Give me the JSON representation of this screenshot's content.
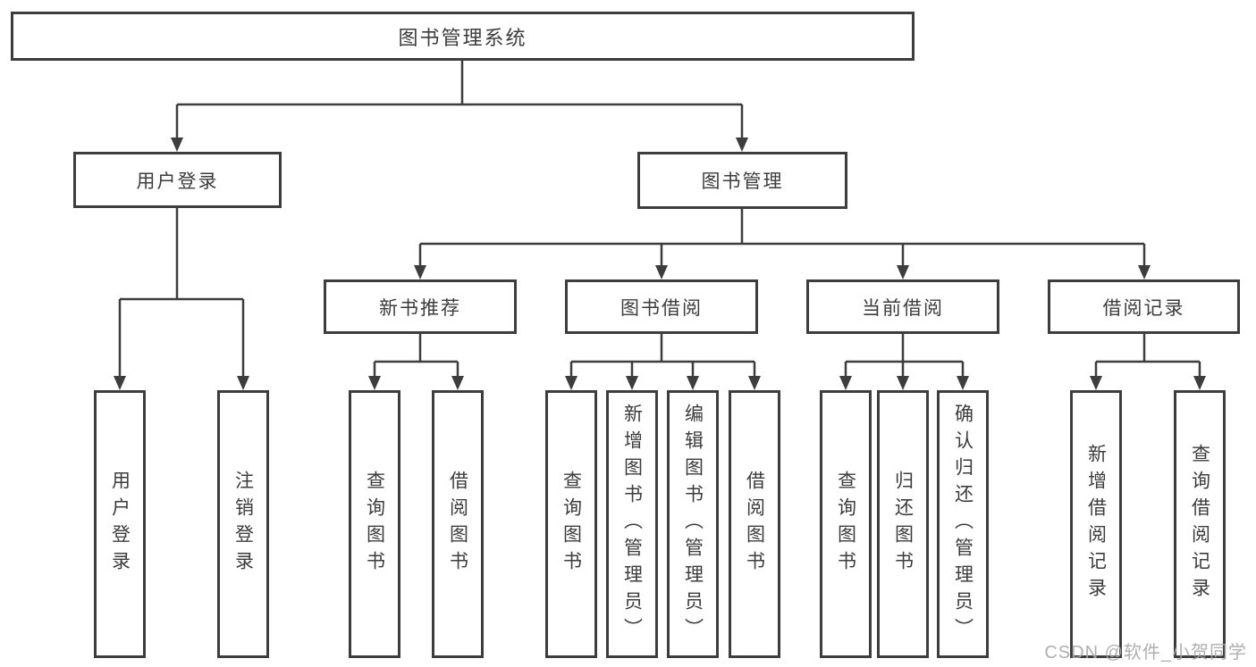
{
  "diagram": {
    "title": "图书管理系统",
    "nodes": {
      "root": "图书管理系统",
      "user_login": "用户登录",
      "book_management": "图书管理",
      "modules": [
        "新书推荐",
        "图书借阅",
        "当前借阅",
        "借阅记录"
      ],
      "user_login_children": [
        "用户登录",
        "注销登录"
      ],
      "new_book_children": [
        "查询图书",
        "借阅图书"
      ],
      "book_borrow_children": [
        "查询图书",
        "新增图书（管理员）",
        "编辑图书（管理员）",
        "借阅图书"
      ],
      "current_borrow_children": [
        "查询图书",
        "归还图书",
        "确认归还（管理员）"
      ],
      "borrow_record_children": [
        "新增借阅记录",
        "查询借阅记录"
      ]
    },
    "colors": {
      "line": "#3d3d3d",
      "border": "#3d3d3d",
      "text": "#3c3c3c",
      "background": "#ffffff",
      "watermark": "#a8a8a8"
    }
  },
  "watermark": "CSDN @软件_小贺同学"
}
